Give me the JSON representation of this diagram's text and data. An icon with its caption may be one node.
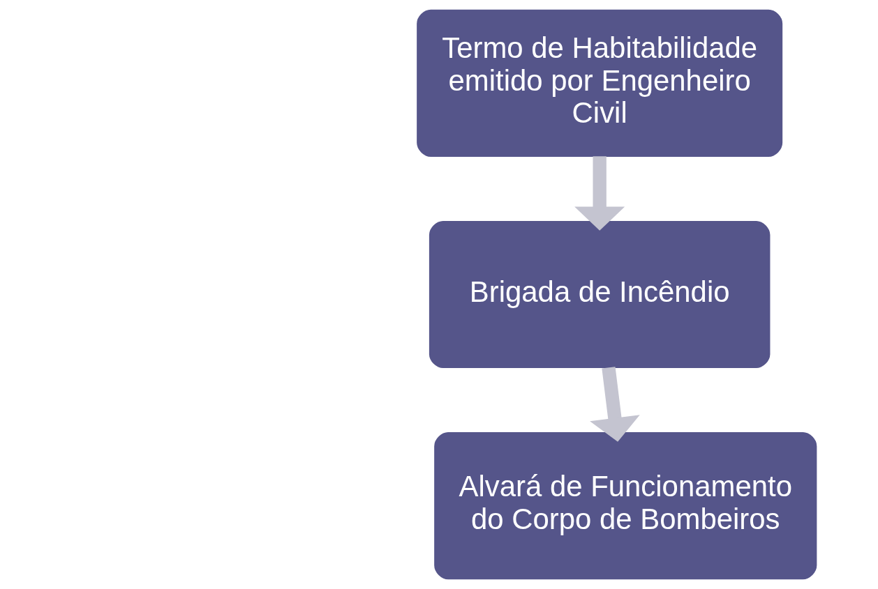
{
  "diagram": {
    "nodes": [
      {
        "text": [
          "Termo de Habitabilidade emitido por Engenheiro Civil"
        ]
      },
      {
        "text": [
          "Brigada de Incêndio"
        ]
      },
      {
        "text": [
          "Alvará de Funcionamento do Corpo de Bombeiros"
        ]
      }
    ],
    "edges": [
      {
        "from": 0,
        "to": 1,
        "arrow": "to"
      },
      {
        "from": 1,
        "to": 2,
        "arrow": "to"
      }
    ]
  }
}
